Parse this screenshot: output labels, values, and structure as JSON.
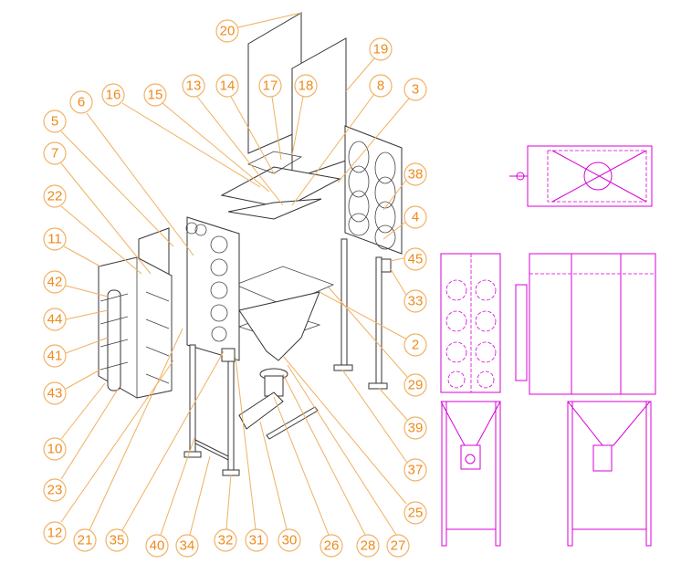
{
  "title": "Dust collector exploded assembly drawing",
  "callouts": {
    "c20": "20",
    "c19": "19",
    "c16": "16",
    "c15": "15",
    "c13": "13",
    "c14": "14",
    "c17": "17",
    "c18": "18",
    "c8": "8",
    "c3": "3",
    "c6": "6",
    "c5": "5",
    "c7": "7",
    "c38": "38",
    "c22": "22",
    "c4": "4",
    "c11": "11",
    "c45": "45",
    "c42": "42",
    "c33": "33",
    "c44": "44",
    "c41": "41",
    "c2": "2",
    "c43": "43",
    "c29": "29",
    "c39": "39",
    "c10": "10",
    "c37": "37",
    "c23": "23",
    "c25": "25",
    "c12": "12",
    "c21": "21",
    "c35": "35",
    "c40": "40",
    "c34": "34",
    "c32": "32",
    "c31": "31",
    "c30": "30",
    "c26": "26",
    "c28": "28",
    "c27": "27"
  },
  "colors": {
    "callout": "#ee8a1c",
    "orthographic_views": "#d800d8",
    "line_art": "#333333"
  }
}
